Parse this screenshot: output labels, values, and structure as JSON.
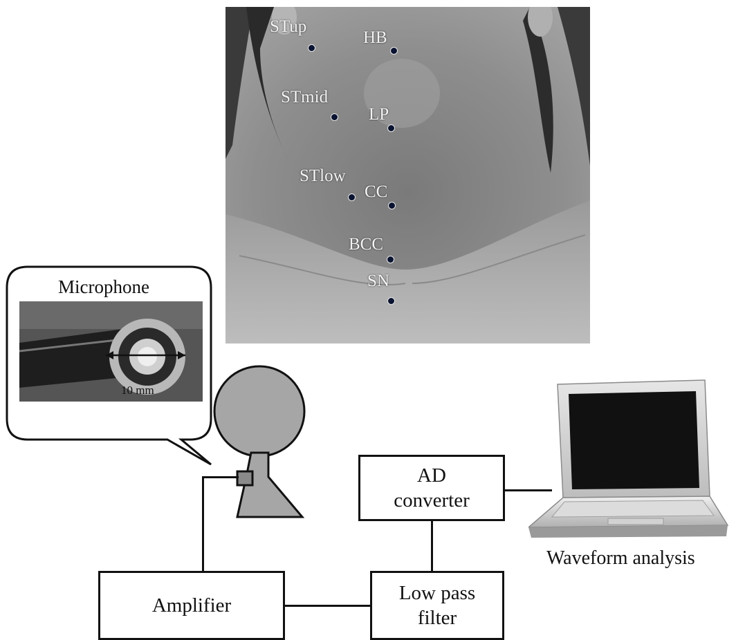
{
  "photo": {
    "points": [
      {
        "label": "STup"
      },
      {
        "label": "HB"
      },
      {
        "label": "STmid"
      },
      {
        "label": "LP"
      },
      {
        "label": "STlow"
      },
      {
        "label": "CC"
      },
      {
        "label": "BCC"
      },
      {
        "label": "SN"
      }
    ]
  },
  "microphone": {
    "title": "Microphone",
    "size_label": "10 mm"
  },
  "blocks": {
    "ad_converter": "AD converter",
    "amplifier": "Amplifier",
    "low_pass_filter": "Low pass filter"
  },
  "laptop": {
    "caption": "Waveform analysis"
  }
}
